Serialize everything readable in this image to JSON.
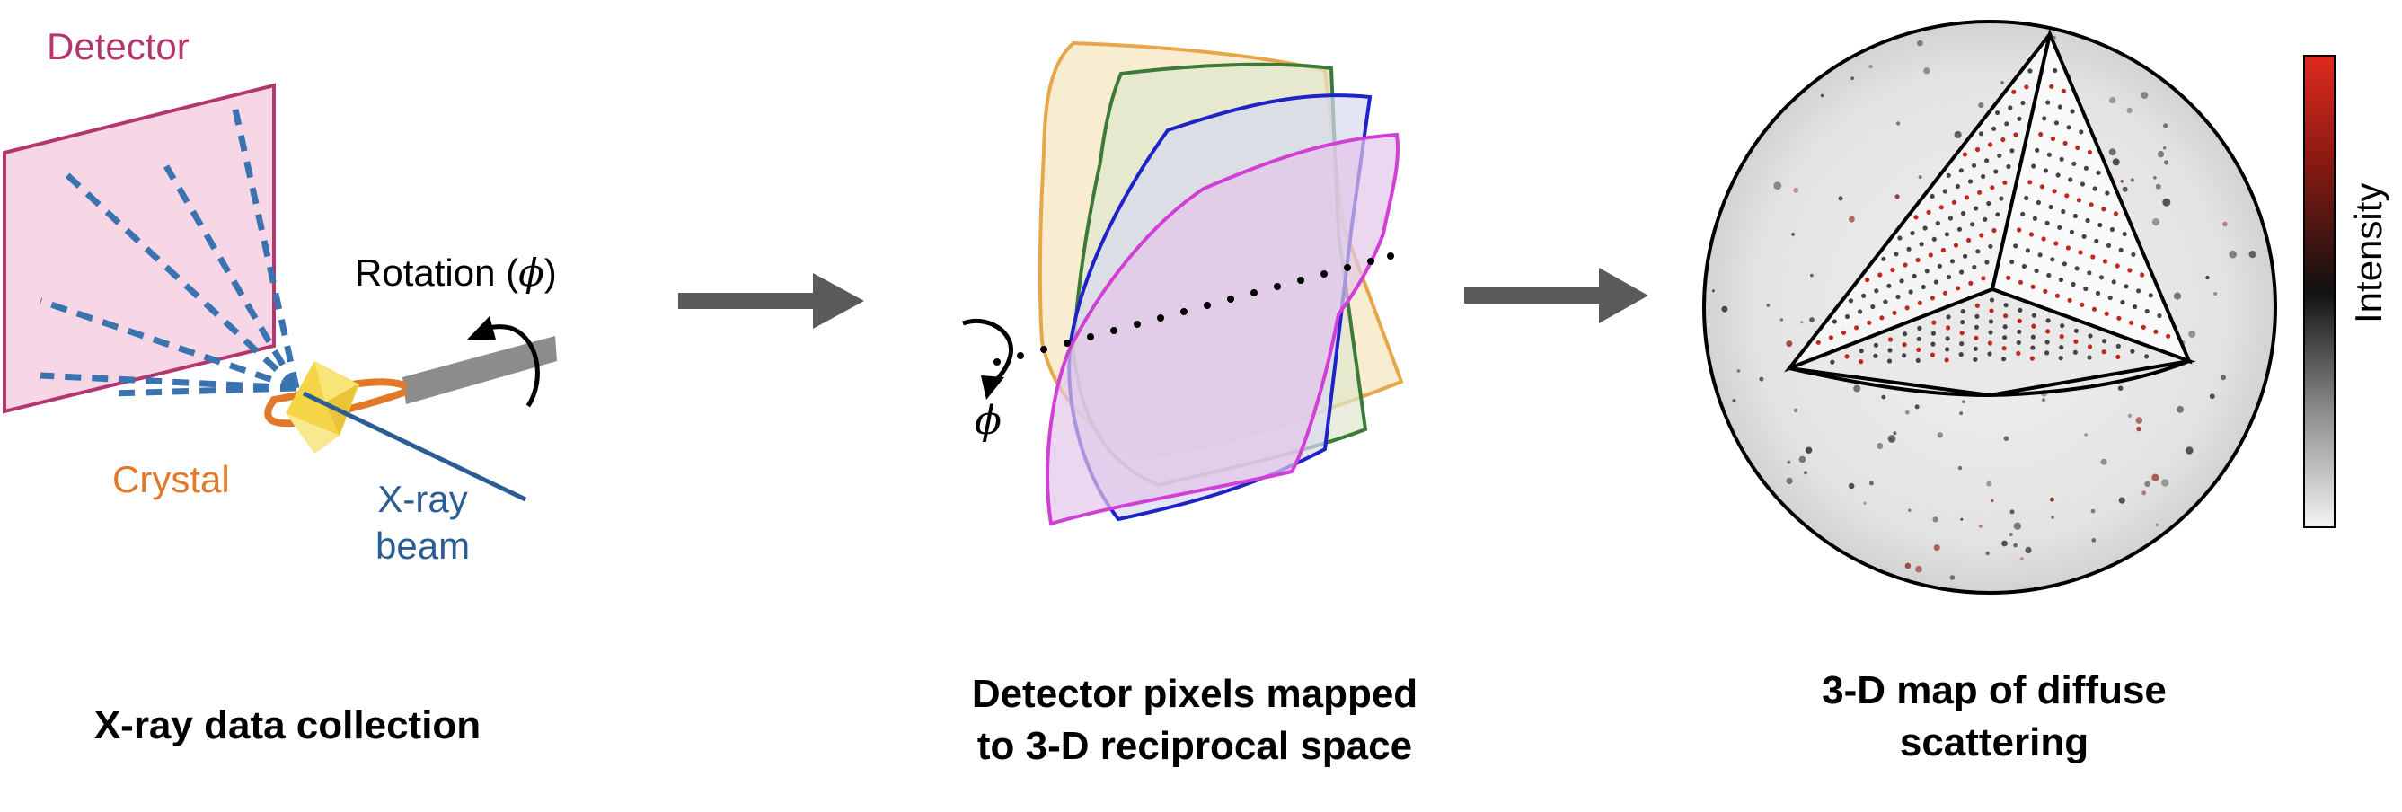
{
  "panel1": {
    "detector_label": "Detector",
    "rotation_label": "Rotation (",
    "rotation_symbol": "ϕ",
    "rotation_close": ")",
    "crystal_label": "Crystal",
    "beam_label_line1": "X-ray",
    "beam_label_line2": "beam",
    "caption": "X-ray data collection"
  },
  "panel2": {
    "phi_label": "ϕ",
    "caption_line1": "Detector pixels mapped",
    "caption_line2": "to 3-D reciprocal space"
  },
  "panel3": {
    "colorbar_label": "Intensity",
    "caption_line1": "3-D map of diffuse",
    "caption_line2": "scattering"
  },
  "colors": {
    "detector": "#b5366e",
    "detector_fill": "#f7d6e6",
    "beam_dash": "#3a74b0",
    "beam": "#2b5d95",
    "crystal": "#e07a2a",
    "crystal_fill": "#f5d547",
    "arrow": "#5a5a5a",
    "frame_orange": "#e8a64a",
    "frame_green": "#3d7a3a",
    "frame_blue": "#1e22c8",
    "frame_magenta": "#d23fd6",
    "colormap_top": "#e02a1e",
    "colormap_mid": "#111111",
    "colormap_bottom": "#f4f4f4"
  }
}
